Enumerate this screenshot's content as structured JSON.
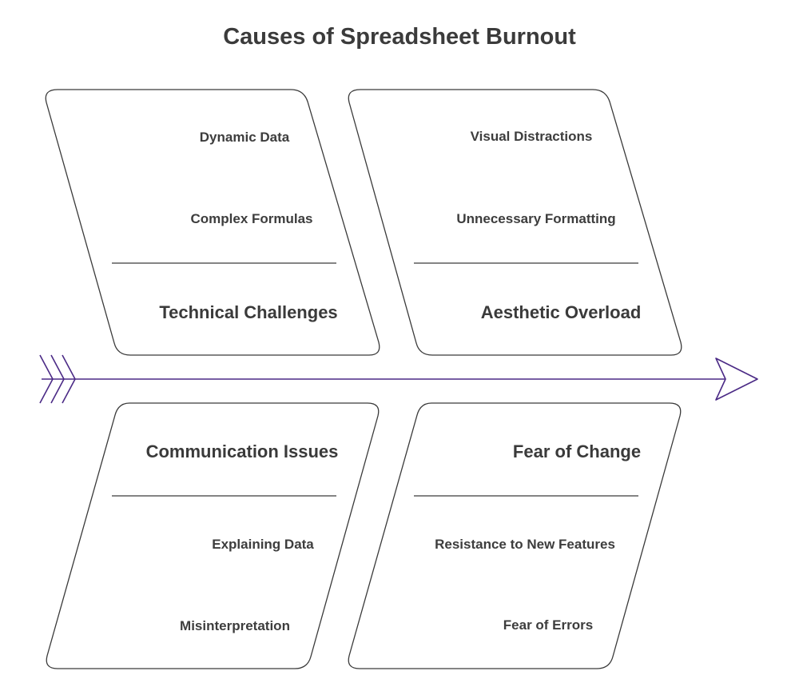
{
  "title": "Causes of Spreadsheet Burnout",
  "colors": {
    "spine": "#4b2a86",
    "outline": "#3a3a3a",
    "text": "#3a3a3a"
  },
  "categories": [
    {
      "name": "Technical Challenges",
      "causes": [
        "Dynamic Data",
        "Complex Formulas"
      ]
    },
    {
      "name": "Aesthetic Overload",
      "causes": [
        "Visual Distractions",
        "Unnecessary Formatting"
      ]
    },
    {
      "name": "Communication Issues",
      "causes": [
        "Explaining Data",
        "Misinterpretation"
      ]
    },
    {
      "name": "Fear of Change",
      "causes": [
        "Resistance to New Features",
        "Fear of Errors"
      ]
    }
  ]
}
